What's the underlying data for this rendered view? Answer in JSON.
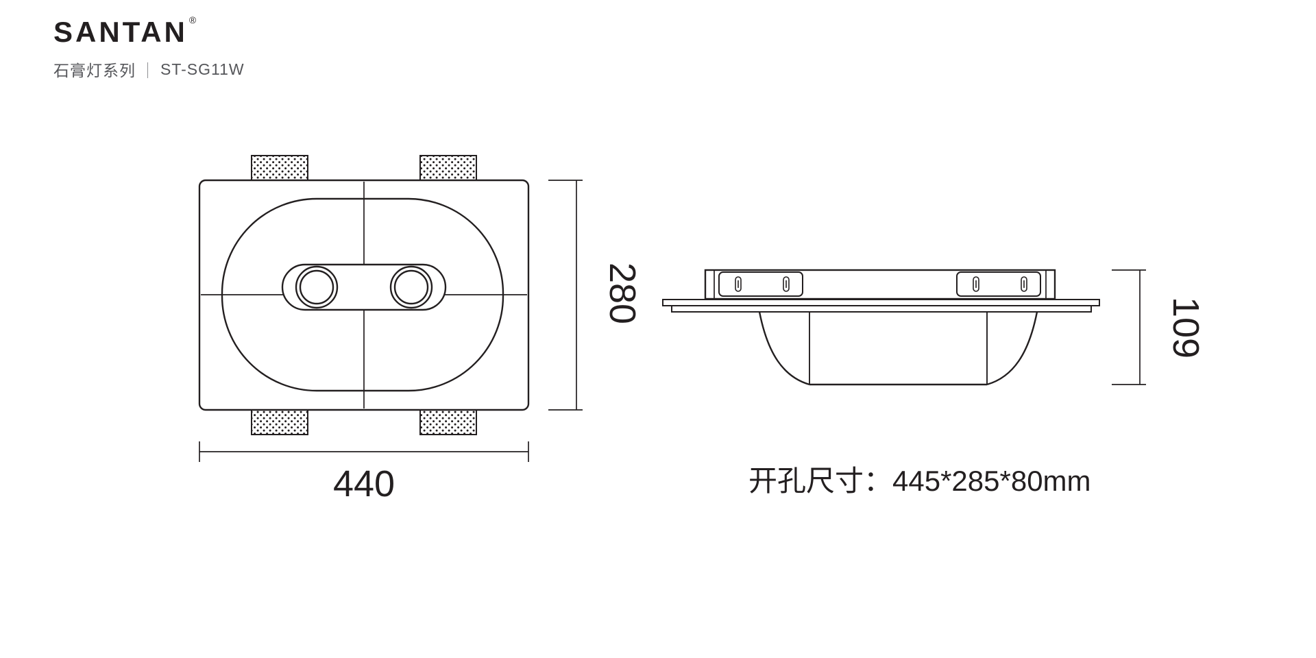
{
  "brand": {
    "logo_text": "SANTAN",
    "registered_mark": "®"
  },
  "product": {
    "series_label": "石膏灯系列",
    "separator": "｜",
    "model": "ST-SG11W"
  },
  "views": {
    "front_view": {
      "width_label": "440",
      "height_label": "280"
    },
    "side_view": {
      "height_label": "109"
    },
    "cutout_note": "开孔尺寸：445*285*80mm"
  },
  "colors": {
    "line": "#231f20",
    "subtitle_text": "#55565a",
    "background": "#ffffff"
  }
}
